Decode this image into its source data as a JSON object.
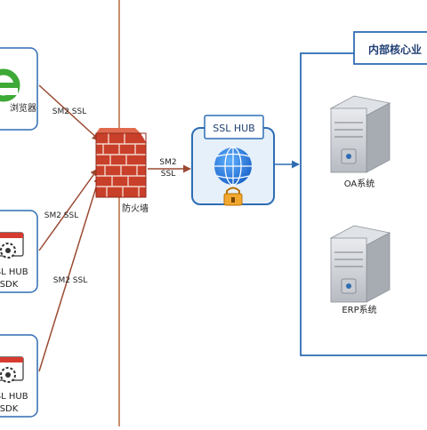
{
  "diagram": {
    "internal_label": "内部核心业",
    "clients": [
      {
        "name": "browser",
        "label": "浏览器"
      },
      {
        "name": "sdk-1",
        "title": "SSL HUB",
        "label": "SDK"
      },
      {
        "name": "sdk-2",
        "title": "SSL HUB",
        "label": "SDK"
      }
    ],
    "links": [
      "SM2 SSL",
      "SM2 SSL",
      "SM2 SSL"
    ],
    "firewall_label": "防火墙",
    "middle_link": {
      "line1": "SM2",
      "line2": "SSL"
    },
    "hub_title": "SSL HUB",
    "servers": [
      {
        "label": "OA系统"
      },
      {
        "label": "ERP系统"
      }
    ],
    "colors": {
      "accent": "#2f6db3",
      "arrow": "#9b4a32",
      "boundary": "#b9683f",
      "brick": "#c9402a",
      "browser_green": "#3da936"
    }
  }
}
